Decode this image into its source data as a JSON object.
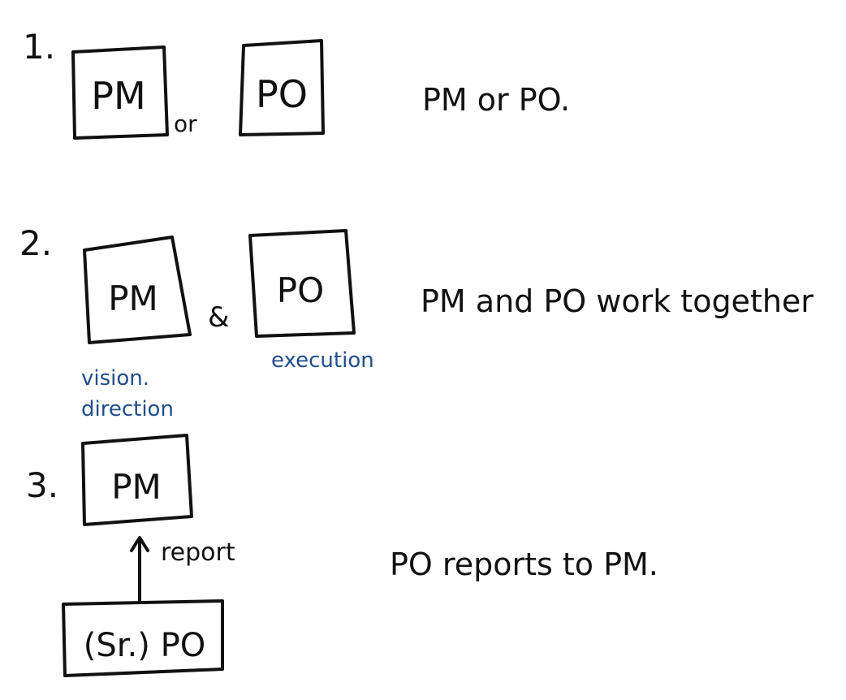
{
  "colors": {
    "ink": "#111111",
    "annotation": "#1f4e8c",
    "background": "#ffffff"
  },
  "sections": [
    {
      "number": "1.",
      "left_box": "PM",
      "connector": "or",
      "right_box": "PO",
      "summary": "PM or PO."
    },
    {
      "number": "2.",
      "left_box": "PM",
      "connector": "&",
      "right_box": "PO",
      "summary": "PM and PO work together",
      "left_note_line1": "vision.",
      "left_note_line2": "direction",
      "right_note": "execution"
    },
    {
      "number": "3.",
      "top_box": "PM",
      "arrow_label": "report",
      "bottom_box": "(Sr.) PO",
      "summary": "PO reports to PM."
    }
  ]
}
